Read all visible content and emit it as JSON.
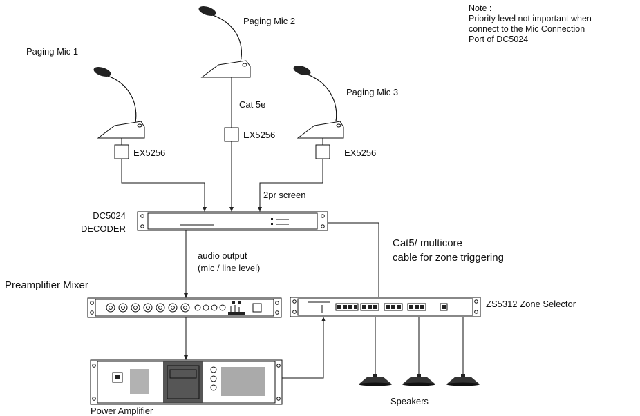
{
  "note": {
    "heading": "Note :",
    "lines": [
      "Priority level not important when",
      "connect to the Mic Connection",
      "Port of DC5024"
    ]
  },
  "mics": [
    {
      "label": "Paging Mic 1",
      "extender": "EX5256"
    },
    {
      "label": "Paging Mic 2",
      "extender": "EX5256"
    },
    {
      "label": "Paging Mic 3",
      "extender": "EX5256"
    }
  ],
  "cable_labels": {
    "cat5e": "Cat 5e",
    "screen": "2pr screen",
    "audio_output_line1": "audio output",
    "audio_output_line2": "(mic / line level)",
    "zone_line1": "Cat5/ multicore",
    "zone_line2": "cable for zone triggering"
  },
  "devices": {
    "decoder_line1": "DC5024",
    "decoder_line2": "DECODER",
    "preamp": "Preamplifier Mixer",
    "zone_selector": "ZS5312 Zone Selector",
    "power_amp": "Power Amplifier",
    "speakers": "Speakers"
  }
}
